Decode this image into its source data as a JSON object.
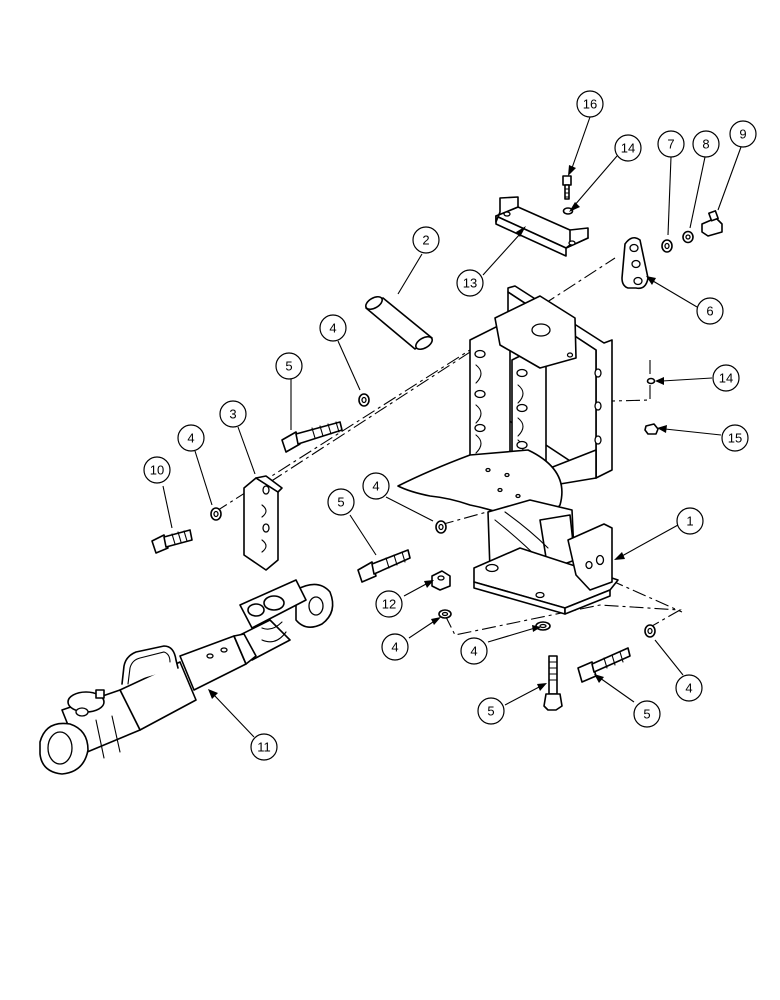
{
  "diagram": {
    "callouts": [
      {
        "id": "c16",
        "label": "16"
      },
      {
        "id": "c14a",
        "label": "14"
      },
      {
        "id": "c7",
        "label": "7"
      },
      {
        "id": "c8",
        "label": "8"
      },
      {
        "id": "c9",
        "label": "9"
      },
      {
        "id": "c2",
        "label": "2"
      },
      {
        "id": "c13",
        "label": "13"
      },
      {
        "id": "c6",
        "label": "6"
      },
      {
        "id": "c4a",
        "label": "4"
      },
      {
        "id": "c5a",
        "label": "5"
      },
      {
        "id": "c14b",
        "label": "14"
      },
      {
        "id": "c3",
        "label": "3"
      },
      {
        "id": "c4b",
        "label": "4"
      },
      {
        "id": "c15",
        "label": "15"
      },
      {
        "id": "c10",
        "label": "10"
      },
      {
        "id": "c4c",
        "label": "4"
      },
      {
        "id": "c5b",
        "label": "5"
      },
      {
        "id": "c1",
        "label": "1"
      },
      {
        "id": "c12",
        "label": "12"
      },
      {
        "id": "c4d",
        "label": "4"
      },
      {
        "id": "c4e",
        "label": "4"
      },
      {
        "id": "c4f",
        "label": "4"
      },
      {
        "id": "c11",
        "label": "11"
      },
      {
        "id": "c5c",
        "label": "5"
      },
      {
        "id": "c5d",
        "label": "5"
      }
    ]
  }
}
